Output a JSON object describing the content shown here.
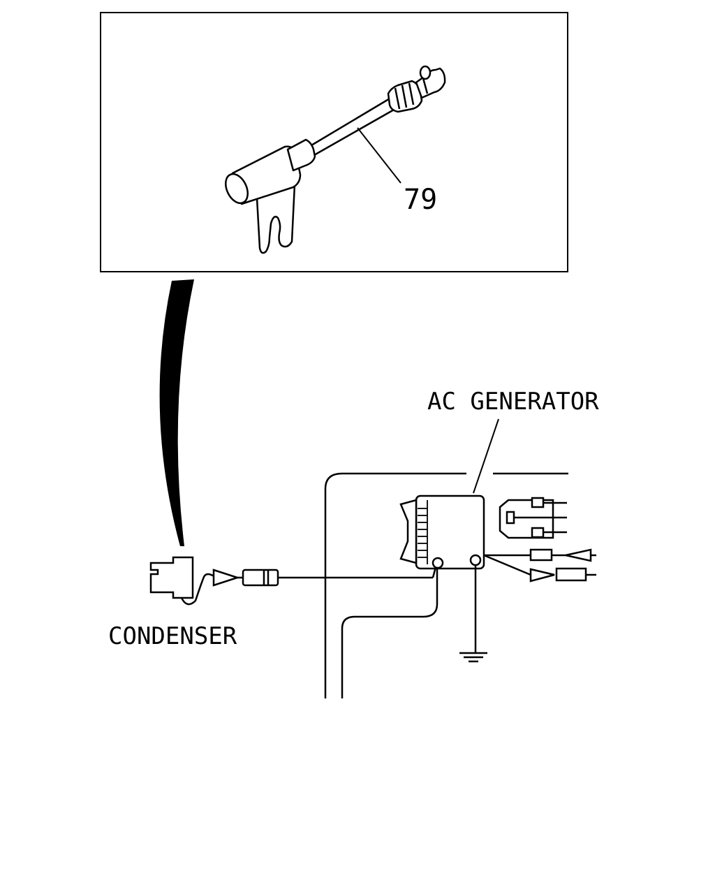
{
  "labels": {
    "part_number": "79",
    "generator": "AC GENERATOR",
    "condenser": "CONDENSER"
  },
  "colors": {
    "line": "#000000",
    "background": "#ffffff"
  }
}
